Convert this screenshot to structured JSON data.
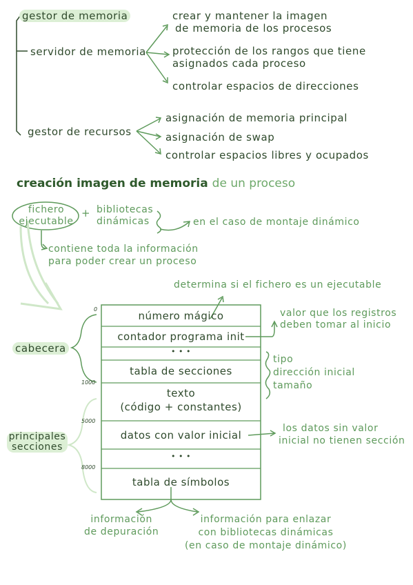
{
  "top": {
    "gestor_memoria": "gestor de memoria",
    "servidor_memoria": "servidor de memoria",
    "gestor_recursos": "gestor de recursos",
    "servidor_items": [
      {
        "line1": "crear y mantener la imagen",
        "line2": "de memoria de los procesos"
      },
      {
        "line1": "protección de los rangos que tiene",
        "line2": "asignados cada proceso"
      },
      {
        "line1": "controlar espacios de direcciones",
        "line2": ""
      }
    ],
    "recursos_items": [
      "asignación de memoria principal",
      "asignación de swap",
      "controlar espacios libres y ocupados"
    ]
  },
  "section_title": {
    "part1": "creación imagen de memoria",
    "part2": "de un proceso"
  },
  "inputs": {
    "fichero_line1": "fichero",
    "fichero_line2": "ejecutable",
    "plus": "+",
    "bibliotecas_line1": "bibliotecas",
    "bibliotecas_line2": "dinámicas",
    "montaje_note": "en el caso de montaje dinámico",
    "contiene_line1": "contiene toda la información",
    "contiene_line2": "para poder crear un proceso"
  },
  "image": {
    "determina_note": "determina si el fichero es un ejecutable",
    "rows": {
      "numero_magico": "número mágico",
      "contador": "contador programa init",
      "dots1": "• • •",
      "tabla_secciones": "tabla de secciones",
      "texto_line1": "texto",
      "texto_line2": "(código + constantes)",
      "datos": "datos con valor inicial",
      "dots2": "• • •",
      "tabla_simbolos": "tabla de símbolos"
    },
    "ticks": {
      "t0": "0",
      "t1000": "1000",
      "t5000": "5000",
      "t8000": "8000"
    },
    "cabecera": "cabecera",
    "principales_line1": "principales",
    "principales_line2": "secciones",
    "valor_note_line1": "valor que los registros",
    "valor_note_line2": "deben tomar al inicio",
    "tabla_info": [
      "tipo",
      "dirección inicial",
      "tamaño"
    ],
    "datos_note_line1": "los datos sin valor",
    "datos_note_line2": "inicial no tienen sección",
    "info_depuracion_line1": "información",
    "info_depuracion_line2": "de depuración",
    "info_enlazar_line1": "información para enlazar",
    "info_enlazar_line2": "con bibliotecas dinámicas",
    "info_enlazar_line3": "(en caso de montaje dinámico)"
  },
  "colors": {
    "dark_green": "#2f4a2c",
    "mid_green": "#5e9a5b",
    "highlight": "#dcefd5"
  }
}
